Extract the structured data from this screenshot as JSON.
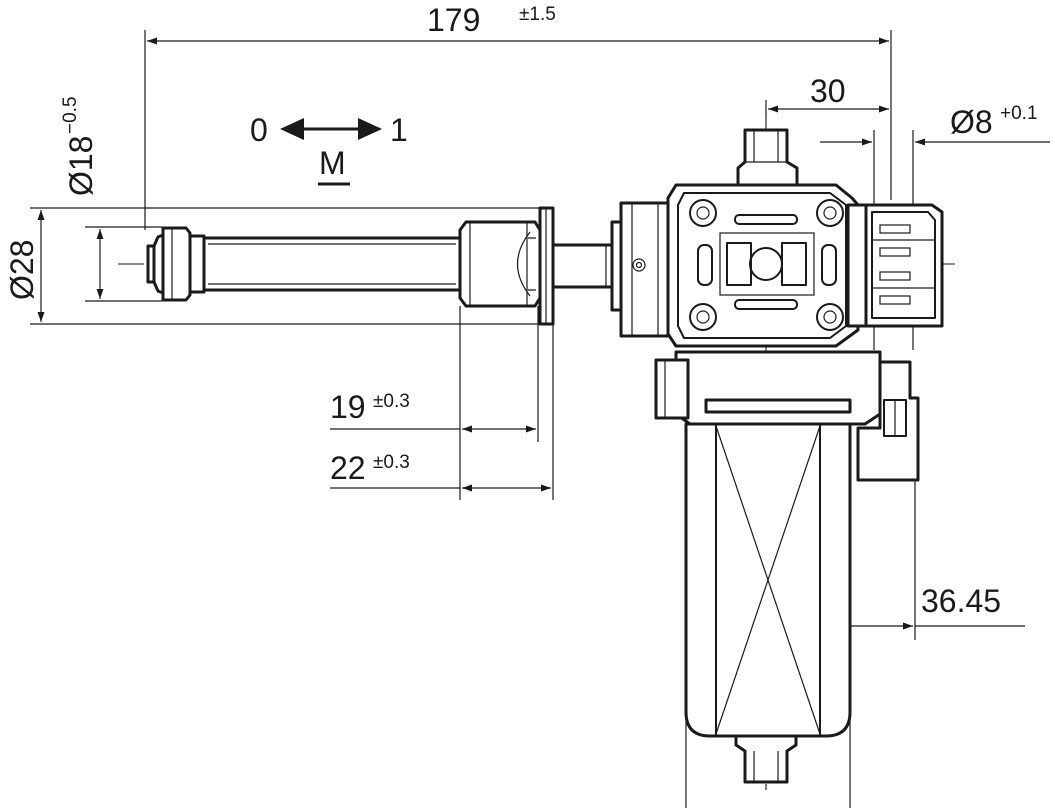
{
  "dimensions": {
    "overall_length": {
      "value": "179",
      "tolerance": "±1.5"
    },
    "motor_offset": {
      "value": "30"
    },
    "pin_diameter": {
      "value": "Ø8",
      "tolerance": "+0.1"
    },
    "rod_diameter": {
      "value": "Ø18",
      "tolerance": "−0.5"
    },
    "tube_diameter": {
      "value": "Ø28"
    },
    "flange_19": {
      "value": "19",
      "tolerance": "±0.3"
    },
    "flange_22": {
      "value": "22",
      "tolerance": "±0.3"
    },
    "motor_axis": {
      "value": "36.45"
    }
  },
  "direction": {
    "left": "0",
    "right": "1",
    "label": "M"
  }
}
